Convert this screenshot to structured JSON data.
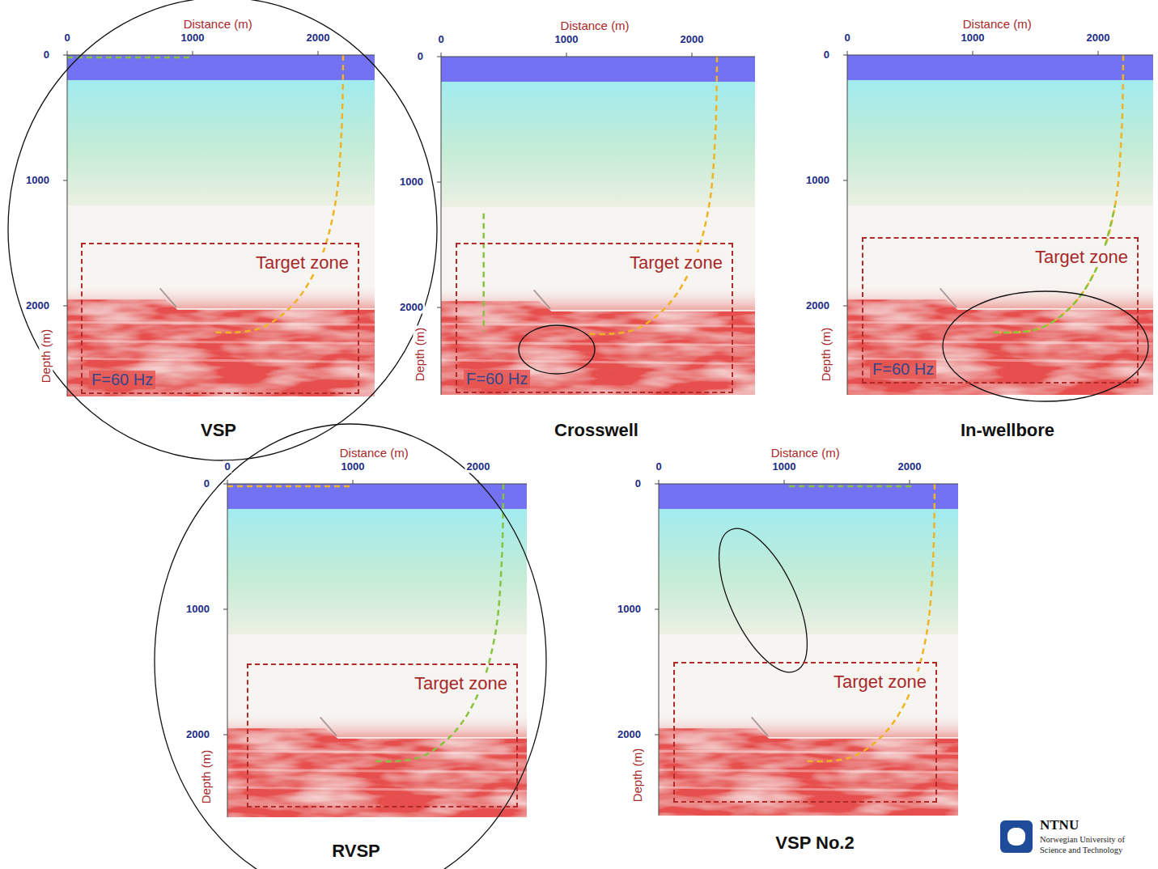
{
  "diagram": {
    "nodes": [
      {
        "text": [
          "Target zone",
          "F=60 Hz"
        ]
      },
      {
        "text": [
          "Target zone",
          "F=60 Hz"
        ]
      },
      {
        "text": [
          "Target zone",
          "F=60 Hz"
        ]
      },
      {
        "text": [
          "Target zone"
        ]
      },
      {
        "text": [
          "Target zone"
        ]
      }
    ],
    "labels": [
      "Distance (m)",
      "0",
      "1000",
      "2000",
      "0",
      "1000",
      "2000",
      "Depth (m)",
      "VSP",
      "Distance (m)",
      "0",
      "1000",
      "2000",
      "0",
      "1000",
      "2000",
      "Depth (m)",
      "Crosswell",
      "Distance (m)",
      "0",
      "1000",
      "2000",
      "0",
      "1000",
      "2000",
      "Depth (m)",
      "In-wellbore",
      "Distance (m)",
      "0",
      "1000",
      "2000",
      "0",
      "1000",
      "2000",
      "Depth (m)",
      "RVSP",
      "Distance (m)",
      "0",
      "1000",
      "2000",
      "0",
      "1000",
      "2000",
      "Depth (m)",
      "VSP No.2",
      "NTNU",
      "Norwegian University of",
      "Science and Technology"
    ]
  }
}
